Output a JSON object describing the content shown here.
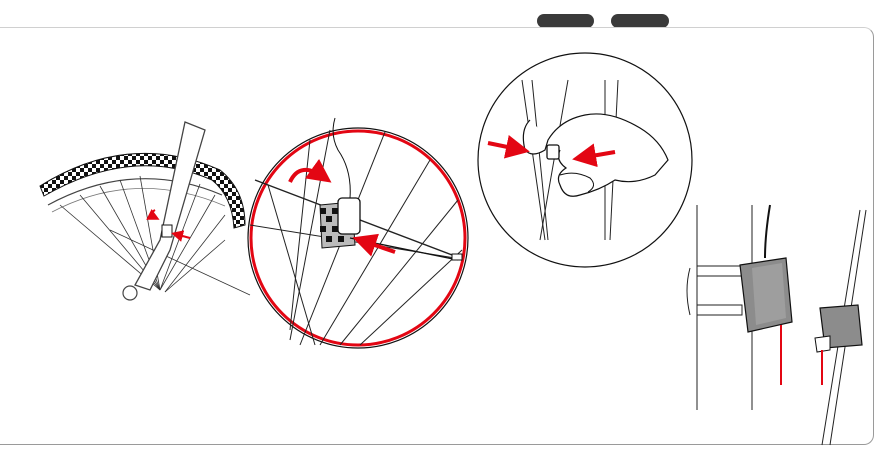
{
  "tabs": [
    {
      "label": ""
    },
    {
      "label": ""
    }
  ],
  "colors": {
    "frame_border": "#9a9a9a",
    "arrow_red": "#e30613",
    "line_dark": "#1a1a1a",
    "sensor_grey": "#8c8c8c",
    "tab_fill": "#3a3a3a"
  },
  "steps": [
    {
      "name": "wheel-overview"
    },
    {
      "name": "sensor-zip-tie-closeup"
    },
    {
      "name": "magnet-on-spoke-closeup"
    },
    {
      "name": "sensor-magnet-alignment"
    }
  ]
}
